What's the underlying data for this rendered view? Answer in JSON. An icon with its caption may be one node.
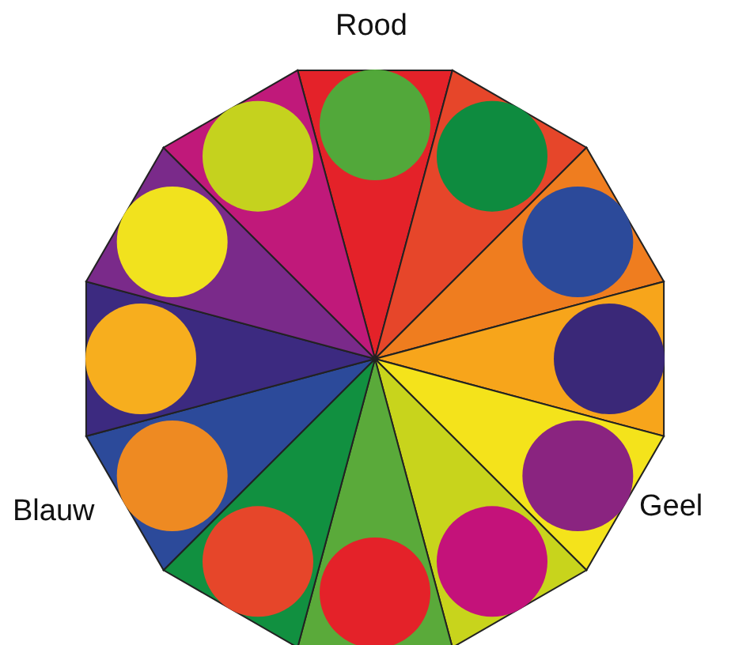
{
  "diagram": {
    "labels": [
      "Rood",
      "Blauw",
      "Geel"
    ]
  }
}
